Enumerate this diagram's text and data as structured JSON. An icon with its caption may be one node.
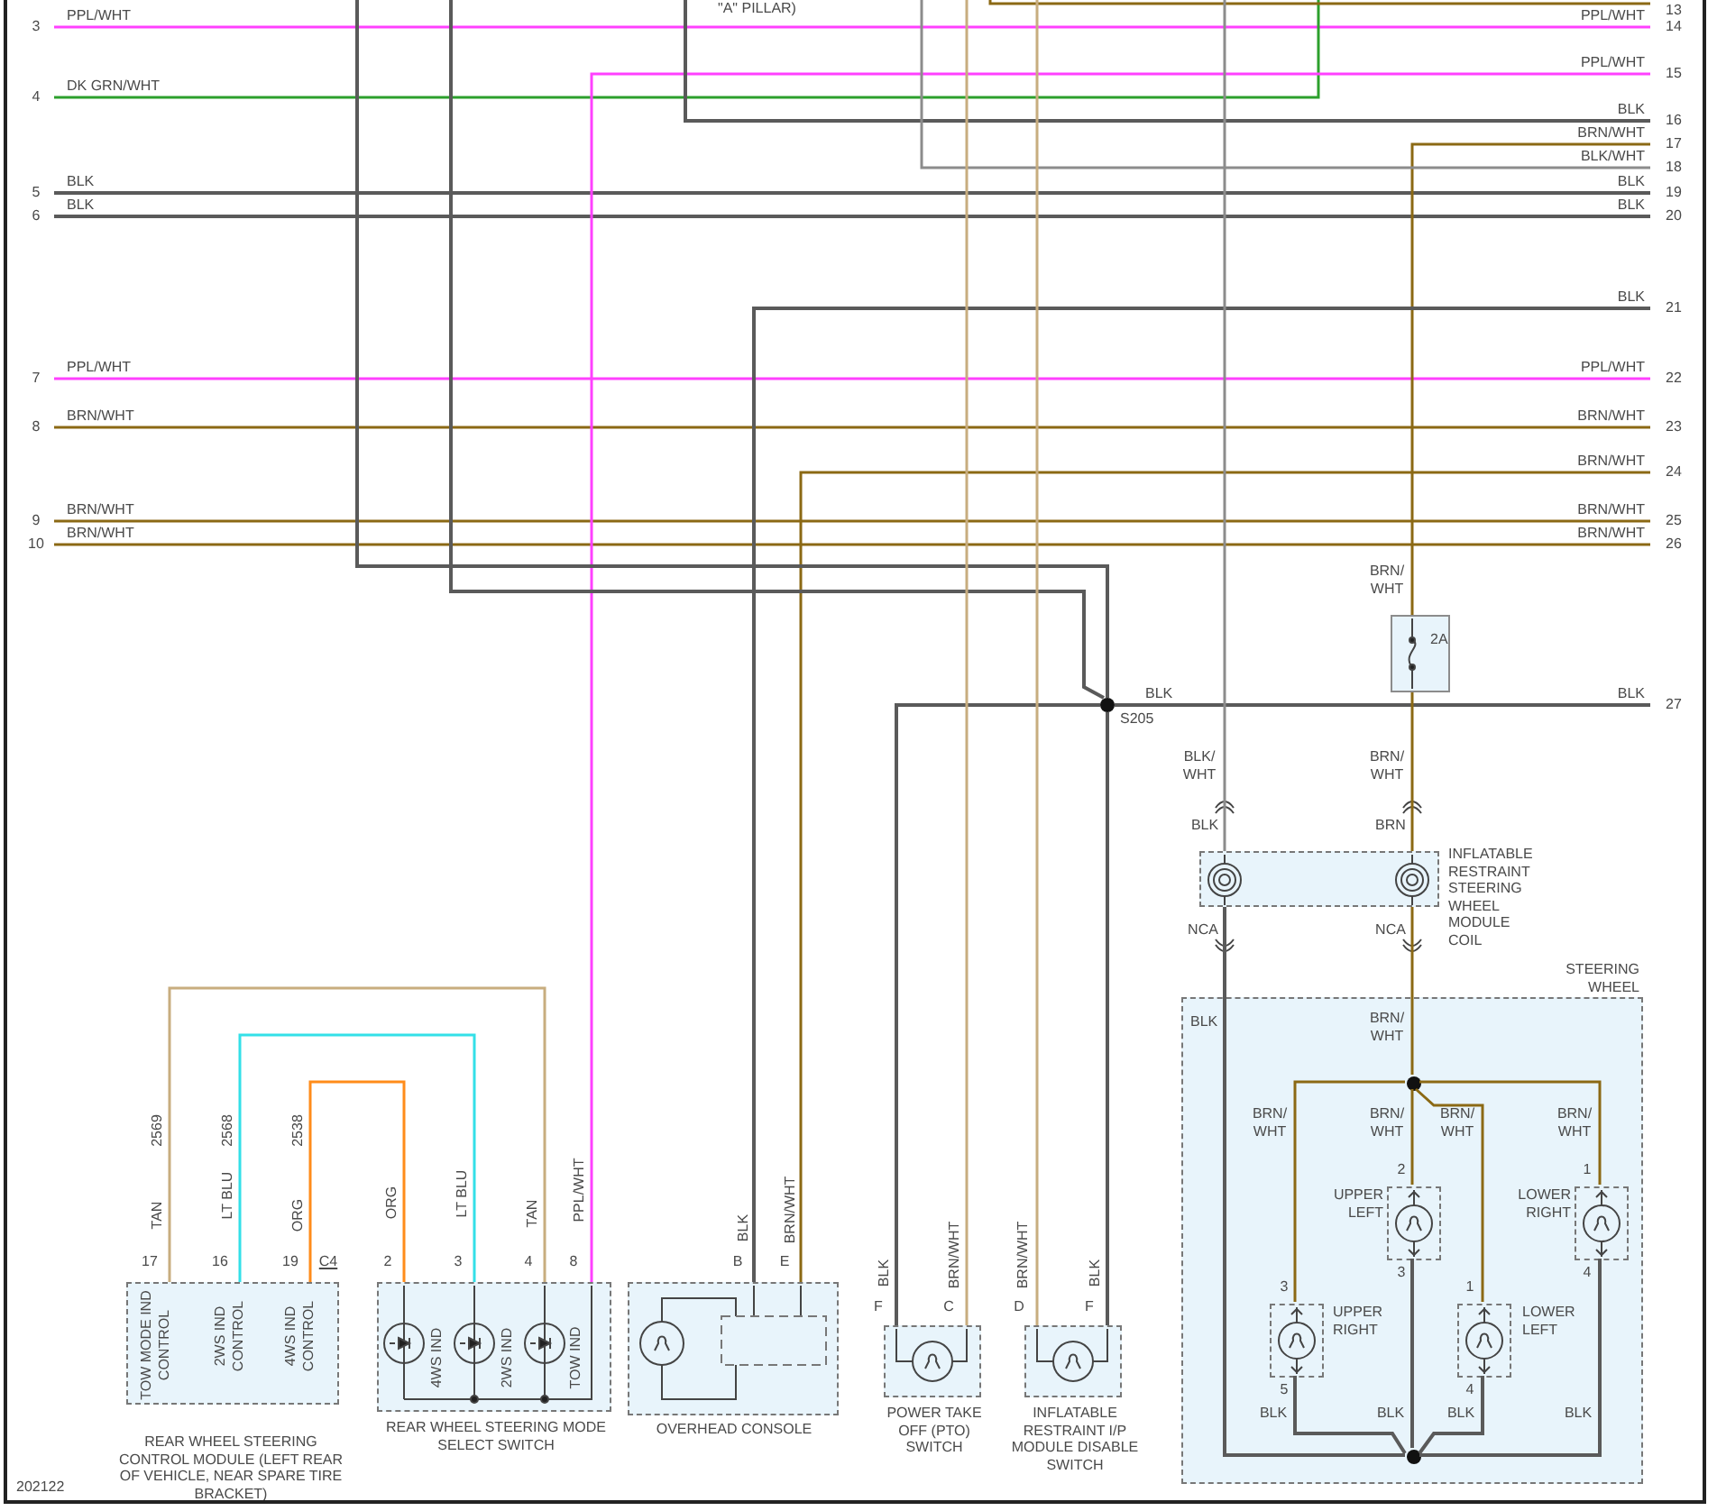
{
  "diagram": {
    "nodes": [
      {
        "text": [
          "3"
        ]
      },
      {
        "text": [
          "4"
        ]
      },
      {
        "text": [
          "5"
        ]
      },
      {
        "text": [
          "6"
        ]
      },
      {
        "text": [
          "7"
        ]
      },
      {
        "text": [
          "8"
        ]
      },
      {
        "text": [
          "9"
        ]
      },
      {
        "text": [
          "10"
        ]
      },
      {
        "text": [
          "13"
        ]
      },
      {
        "text": [
          "14"
        ]
      },
      {
        "text": [
          "15"
        ]
      },
      {
        "text": [
          "16"
        ]
      },
      {
        "text": [
          "17"
        ]
      },
      {
        "text": [
          "18"
        ]
      },
      {
        "text": [
          "19"
        ]
      },
      {
        "text": [
          "20"
        ]
      },
      {
        "text": [
          "21"
        ]
      },
      {
        "text": [
          "22"
        ]
      },
      {
        "text": [
          "23"
        ]
      },
      {
        "text": [
          "24"
        ]
      },
      {
        "text": [
          "25"
        ]
      },
      {
        "text": [
          "26"
        ]
      },
      {
        "text": [
          "27"
        ]
      },
      {
        "text": [],
        "shape": "circle",
        "beside": [
          "S205"
        ]
      },
      {
        "text": [
          "2A"
        ]
      },
      {
        "text": [
          "INFLATABLE RESTRAINT STEERING WHEEL MODULE COIL"
        ]
      },
      {
        "text": [
          "STEERING WHEEL"
        ]
      },
      {
        "text": [],
        "shape": "circle",
        "in": 26
      },
      {
        "text": [
          "UPPER LEFT"
        ],
        "in": 26
      },
      {
        "text": [
          "LOWER RIGHT"
        ],
        "in": 26
      },
      {
        "text": [
          "UPPER RIGHT"
        ],
        "in": 26
      },
      {
        "text": [
          "LOWER LEFT"
        ],
        "in": 26
      },
      {
        "text": [],
        "shape": "circle",
        "in": 26
      },
      {
        "text": [
          "TOW MODE IND CONTROL",
          "2WS IND CONTROL",
          "4WS IND CONTROL",
          "REAR WHEEL STEERING CONTROL MODULE (LEFT REAR OF VEHICLE, NEAR SPARE TIRE BRACKET)"
        ]
      },
      {
        "text": [
          "4WS IND",
          "2WS IND",
          "TOW IND",
          "REAR WHEEL STEERING MODE SELECT SWITCH"
        ]
      },
      {
        "text": [
          "OVERHEAD CONSOLE"
        ]
      },
      {
        "text": [
          "POWER TAKE OFF (PTO) SWITCH"
        ]
      },
      {
        "text": [
          "INFLATABLE RESTRAINT I/P MODULE DISABLE SWITCH"
        ]
      }
    ],
    "edges": [
      {
        "from": 0,
        "to": 9,
        "arrow": "none",
        "color": "#ff40ff"
      },
      {
        "from": 1,
        "to": null,
        "arrow": "none",
        "color": "#2ca02c"
      },
      {
        "from": 2,
        "to": 14,
        "arrow": "none"
      },
      {
        "from": 3,
        "to": 15,
        "arrow": "none"
      },
      {
        "from": 4,
        "to": 17,
        "arrow": "none",
        "color": "#ff40ff"
      },
      {
        "from": 5,
        "to": 18,
        "arrow": "none",
        "color": "#8b6914"
      },
      {
        "from": 6,
        "to": 20,
        "arrow": "none",
        "color": "#8b6914"
      },
      {
        "from": 7,
        "to": 21,
        "arrow": "none",
        "color": "#8b6914"
      },
      {
        "from": 8,
        "to": null,
        "arrow": "none",
        "color": "#8b6914"
      },
      {
        "from": 10,
        "to": 34,
        "arrow": "none",
        "color": "#ff40ff"
      },
      {
        "from": 11,
        "to": null,
        "arrow": "none"
      },
      {
        "from": 12,
        "to": 24,
        "arrow": "none",
        "color": "#8b6914"
      },
      {
        "from": 13,
        "to": null,
        "arrow": "none",
        "color": "#8c8c8c"
      },
      {
        "from": 16,
        "to": 35,
        "arrow": "none"
      },
      {
        "from": 19,
        "to": 35,
        "arrow": "none",
        "color": "#8b6914"
      },
      {
        "from": 22,
        "to": 23,
        "arrow": "none"
      },
      {
        "from": null,
        "to": 23,
        "arrow": "none"
      },
      {
        "from": null,
        "to": 23,
        "arrow": "none"
      },
      {
        "from": 23,
        "to": 36,
        "arrow": "none"
      },
      {
        "from": 23,
        "to": 37,
        "arrow": "none"
      },
      {
        "from": null,
        "to": 36,
        "arrow": "none",
        "color": "#c8ad7f"
      },
      {
        "from": null,
        "to": 37,
        "arrow": "none",
        "color": "#c8ad7f"
      },
      {
        "from": null,
        "to": 25,
        "arrow": "none",
        "color": "#8c8c8c"
      },
      {
        "from": 24,
        "to": 25,
        "arrow": "none",
        "color": "#8b6914"
      },
      {
        "from": 25,
        "to": 32,
        "arrow": "none"
      },
      {
        "from": 25,
        "to": 27,
        "arrow": "none",
        "color": "#8b6914"
      },
      {
        "from": 27,
        "to": 30,
        "arrow": "none",
        "color": "#8b6914"
      },
      {
        "from": 27,
        "to": 28,
        "arrow": "none",
        "color": "#8b6914"
      },
      {
        "from": 27,
        "to": 31,
        "arrow": "none",
        "color": "#8b6914"
      },
      {
        "from": 27,
        "to": 29,
        "arrow": "none",
        "color": "#8b6914"
      },
      {
        "from": 30,
        "to": 32,
        "arrow": "none"
      },
      {
        "from": 28,
        "to": 32,
        "arrow": "none"
      },
      {
        "from": 31,
        "to": 32,
        "arrow": "none"
      },
      {
        "from": 29,
        "to": 32,
        "arrow": "none"
      },
      {
        "from": 33,
        "to": 34,
        "arrow": "none",
        "color": "#c8ad7f"
      },
      {
        "from": 33,
        "to": 34,
        "arrow": "none",
        "color": "#33e0e8"
      },
      {
        "from": 33,
        "to": 34,
        "arrow": "none",
        "color": "#ff8c1a"
      }
    ],
    "labels": [
      "PPL/WHT",
      "\"A\" PILLAR)",
      "DK GRN/WHT",
      "BLK",
      "BLK",
      "PPL/WHT",
      "BRN/WHT",
      "BRN/WHT",
      "BRN/WHT",
      "PPL/WHT",
      "PPL/WHT",
      "BLK",
      "BRN/WHT",
      "BLK/WHT",
      "BLK",
      "BLK",
      "BLK",
      "PPL/WHT",
      "BRN/WHT",
      "BRN/WHT",
      "BRN/WHT",
      "BRN/WHT",
      "BRN/ WHT",
      "BLK",
      "BLK",
      "BLK/ WHT",
      "BRN/ WHT",
      "BLK",
      "BRN",
      "NCA",
      "NCA",
      "BLK",
      "BRN/ WHT",
      "BRN/ WHT",
      "BRN/ WHT",
      "BRN/ WHT",
      "BRN/ WHT",
      "2",
      "1",
      "3",
      "4",
      "3",
      "1",
      "5",
      "4",
      "BLK",
      "BLK",
      "BLK",
      "BLK",
      "2569",
      "TAN",
      "2568",
      "LT BLU",
      "2538",
      "ORG",
      "17",
      "16",
      "19",
      "C4",
      "ORG",
      "LT BLU",
      "TAN",
      "PPL/WHT",
      "2",
      "3",
      "4",
      "8",
      "BLK",
      "BRN/WHT",
      "B",
      "E",
      "BLK",
      "BRN/WHT",
      "F",
      "C",
      "BRN/WHT",
      "BLK",
      "D",
      "F",
      "202122"
    ]
  }
}
